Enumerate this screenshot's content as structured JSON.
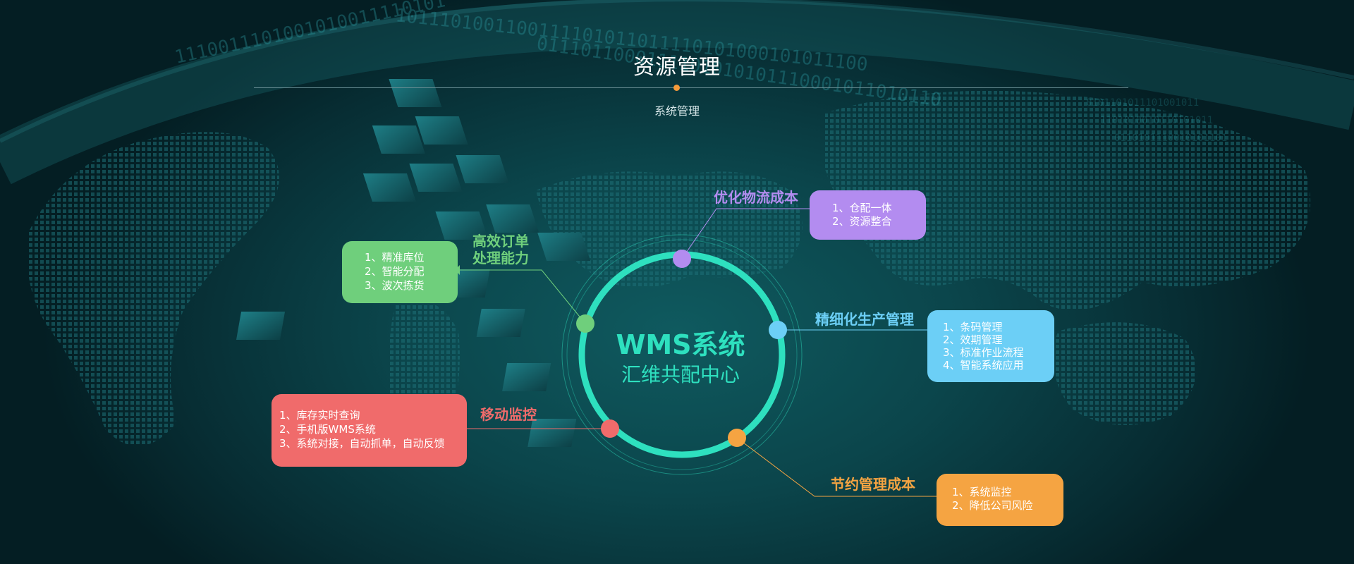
{
  "header": {
    "title": "资源管理",
    "subtitle": "系统管理"
  },
  "center": {
    "title": "WMS系统",
    "subtitle": "汇维共配中心"
  },
  "nodes": {
    "logistics_cost": {
      "label": "优化物流成本",
      "color": "#b38cf0",
      "items": [
        "1、仓配一体",
        "2、资源整合"
      ]
    },
    "order_processing": {
      "label_line1": "高效订单",
      "label_line2": "处理能力",
      "color": "#6fcf7c",
      "items": [
        "1、精准库位",
        "2、智能分配",
        "3、波次拣货"
      ]
    },
    "production_mgmt": {
      "label": "精细化生产管理",
      "color": "#6ccff6",
      "items": [
        "1、条码管理",
        "2、效期管理",
        "3、标准作业流程",
        "4、智能系统应用"
      ]
    },
    "mobile_monitor": {
      "label": "移动监控",
      "color": "#f06b6b",
      "items": [
        "1、库存实时查询",
        "2、手机版WMS系统",
        "3、系统对接，自动抓单，自动反馈"
      ]
    },
    "save_cost": {
      "label": "节约管理成本",
      "color": "#f5a442",
      "items": [
        "1、系统监控",
        "2、降低公司风险"
      ]
    }
  },
  "colors": {
    "ring": "#2ee0bf",
    "accent": "#f39a3a"
  }
}
